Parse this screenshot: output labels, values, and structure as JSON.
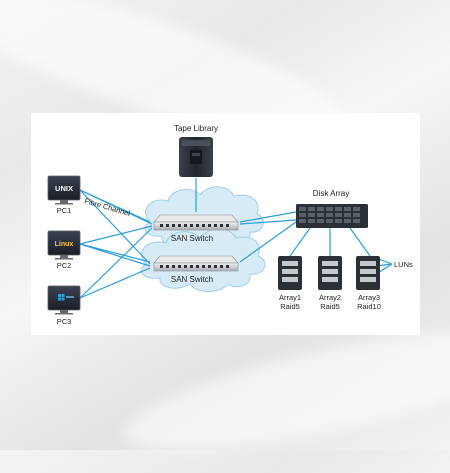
{
  "labels": {
    "tape_library": "Tape Library",
    "disk_array": "Disk Array",
    "fibre_channel": "Fibre Channel",
    "luns": "LUNs",
    "switch_top": "SAN Switch",
    "switch_bottom": "SAN Switch"
  },
  "pcs": [
    {
      "name": "PC1",
      "os": "UNIX"
    },
    {
      "name": "PC2",
      "os": "Linux"
    },
    {
      "name": "PC3",
      "os": "Windows"
    }
  ],
  "arrays": [
    {
      "name": "Array1",
      "raid": "Raid5"
    },
    {
      "name": "Array2",
      "raid": "Raid5"
    },
    {
      "name": "Array3",
      "raid": "Raid10"
    }
  ],
  "colors": {
    "link": "#2a9fd6",
    "cloud": "#cfe6f3",
    "device_dark": "#2b2f36"
  }
}
